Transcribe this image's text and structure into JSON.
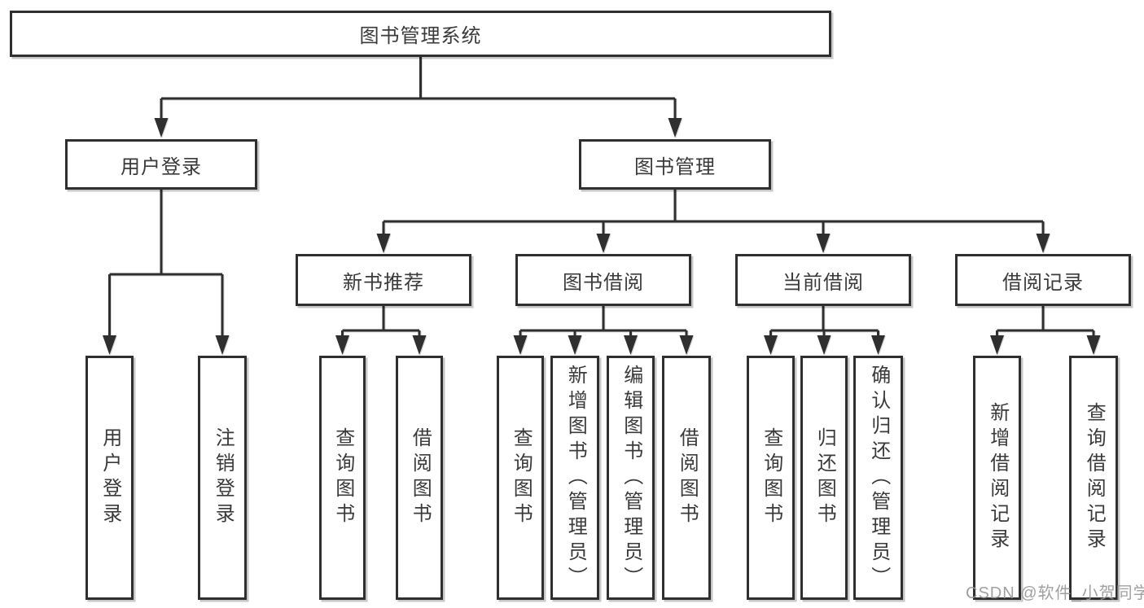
{
  "title": "图书管理系统",
  "watermark": "CSDN @软件_小贺同学",
  "colors": {
    "line": "#2f2f2f",
    "box_border": "#2f2f2f",
    "text": "#3a3a3a",
    "watermark": "#969696",
    "background": "#ffffff"
  },
  "tree": {
    "root": "图书管理系统",
    "userLogin": {
      "label": "用户登录",
      "children": [
        "用户登录",
        "注销登录"
      ]
    },
    "bookMgmt": {
      "label": "图书管理",
      "groups": [
        {
          "label": "新书推荐",
          "children": [
            "查询图书",
            "借阅图书"
          ]
        },
        {
          "label": "图书借阅",
          "children": [
            "查询图书",
            "新增图书（管理员）",
            "编辑图书（管理员）",
            "借阅图书"
          ]
        },
        {
          "label": "当前借阅",
          "children": [
            "查询图书",
            "归还图书",
            "确认归还（管理员）"
          ]
        },
        {
          "label": "借阅记录",
          "children": [
            "新增借阅记录",
            "查询借阅记录"
          ]
        }
      ]
    }
  }
}
